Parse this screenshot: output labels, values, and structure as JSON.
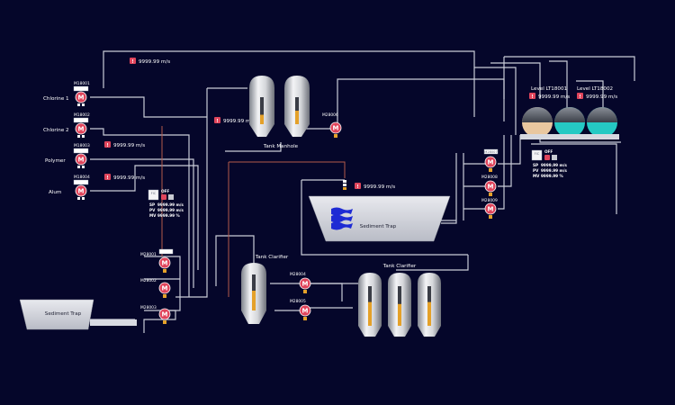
{
  "colors": {
    "background": "#05062a",
    "pipe": "#c9ccd8",
    "alarm": "#e0455c",
    "motor": "#e0455c",
    "fill_level": "#e4a12a",
    "blue_water": "#1e2bd4",
    "teal": "#25c9c3"
  },
  "chemicals": [
    {
      "label": "Chlorine 1",
      "motor": "M18001"
    },
    {
      "label": "Chlorine 2",
      "motor": "M18002"
    },
    {
      "label": "Polymer",
      "motor": "M18003"
    },
    {
      "label": "Alum",
      "motor": "M18004"
    }
  ],
  "motor_symbol": "M",
  "alarm_symbol": "!",
  "flow_value": "9999.99 m/s",
  "tanks": {
    "manhole": "Tank Manhole",
    "clarifier_1": "Tank Clarifier",
    "clarifier_2": "Tank Clarifier",
    "sediment_left": "Sediment Trap",
    "sediment_right": "Sediment Trap"
  },
  "levels": {
    "lt1": "Level LT18001",
    "lt2": "Level LT18002"
  },
  "motors": {
    "m28001": "M28001",
    "m28002": "M28002",
    "m28003": "M28003",
    "m28004": "M28004",
    "m28005": "M28005",
    "m28006": "M28006",
    "m28007": "M28007",
    "m28008": "M28008",
    "m28009": "M28009"
  },
  "controllers": [
    {
      "mode": "FIC",
      "auto": "OFF",
      "sp_label": "SP",
      "sp_value": "9999.99 m/s",
      "pv_label": "PV",
      "pv_value": "9999.99 m/s",
      "mv_label": "MV",
      "mv_value": "9999.99 %"
    },
    {
      "mode": "FIC",
      "auto": "OFF",
      "sp_label": "SP",
      "sp_value": "9999.99 m/s",
      "pv_label": "PV",
      "pv_value": "9999.99 m/s",
      "mv_label": "MV",
      "mv_value": "9999.99 %"
    }
  ],
  "level_fills": {
    "manhole_1": 0.35,
    "manhole_2": 0.5,
    "clarifier_1": 0.55,
    "clarifier_2a": 0.6,
    "clarifier_2b": 0.55,
    "clarifier_2c": 0.6
  }
}
